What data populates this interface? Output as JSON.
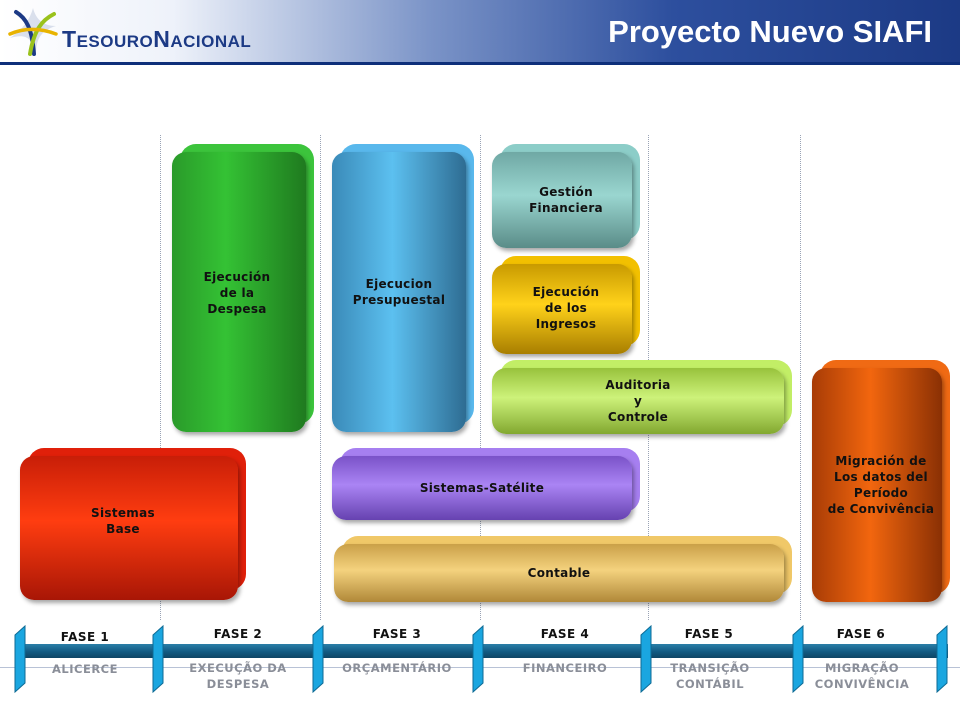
{
  "header": {
    "logo_text_big_1": "T",
    "logo_text_small_1": "ESOURO",
    "logo_text_big_2": "N",
    "logo_text_small_2": "ACIONAL",
    "title": "Proyecto Nuevo SIAFI"
  },
  "blocks": {
    "sistemas_base": {
      "label": "Sistemas\nBase",
      "color": "#e0200a"
    },
    "ejecucion_despesa": {
      "label": "Ejecución\nde la\nDespesa",
      "color": "#2fae2f"
    },
    "ejecucion_presupuestal": {
      "label": "Ejecucion\nPresupuestal",
      "color": "#4aaee0"
    },
    "gestion_financiera": {
      "label": "Gestión\nFinanciera",
      "color": "#7fc4bf"
    },
    "ejecucion_ingresos": {
      "label": "Ejecución\nde los\nIngresos",
      "color": "#e8b300"
    },
    "auditoria_controle": {
      "label": "Auditoria\ny\nControle",
      "color": "#b3e055"
    },
    "sistemas_satelite": {
      "label": "Sistemas-Satélite",
      "color": "#9a6de0"
    },
    "contable": {
      "label": "Contable",
      "color": "#e8c060"
    },
    "migracion": {
      "label": "Migración de\nLos datos del\nPeríodo\nde Convivência",
      "color": "#e85a0a"
    }
  },
  "phases": [
    {
      "name": "FASE 1",
      "desc": "ALICERCE"
    },
    {
      "name": "FASE 2",
      "desc": "EXECUÇÃO DA\nDESPESA"
    },
    {
      "name": "FASE 3",
      "desc": "ORÇAMENTÁRIO"
    },
    {
      "name": "FASE 4",
      "desc": "FINANCEIRO"
    },
    {
      "name": "FASE 5",
      "desc": "TRANSIÇÃO\nCONTÁBIL"
    },
    {
      "name": "FASE 6",
      "desc": "MIGRAÇÃO\nCONVIVÊNCIA"
    }
  ]
}
